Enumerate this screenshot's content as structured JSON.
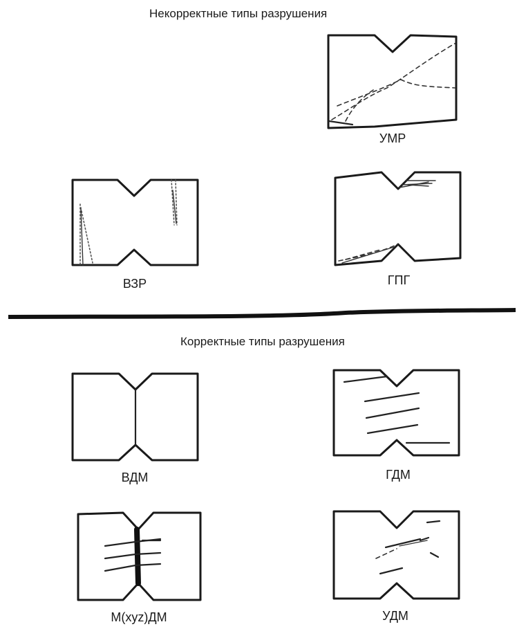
{
  "sections": {
    "incorrect_title": "Некорректные типы разрушения",
    "correct_title": "Корректные типы разрушения"
  },
  "specimens": {
    "umr": "УМР",
    "vzr": "ВЗР",
    "gpg": "ГПГ",
    "vdm": "ВДМ",
    "gdm": "ГДМ",
    "mxyzdm": "М(xyz)ДМ",
    "udm": "УДМ"
  }
}
